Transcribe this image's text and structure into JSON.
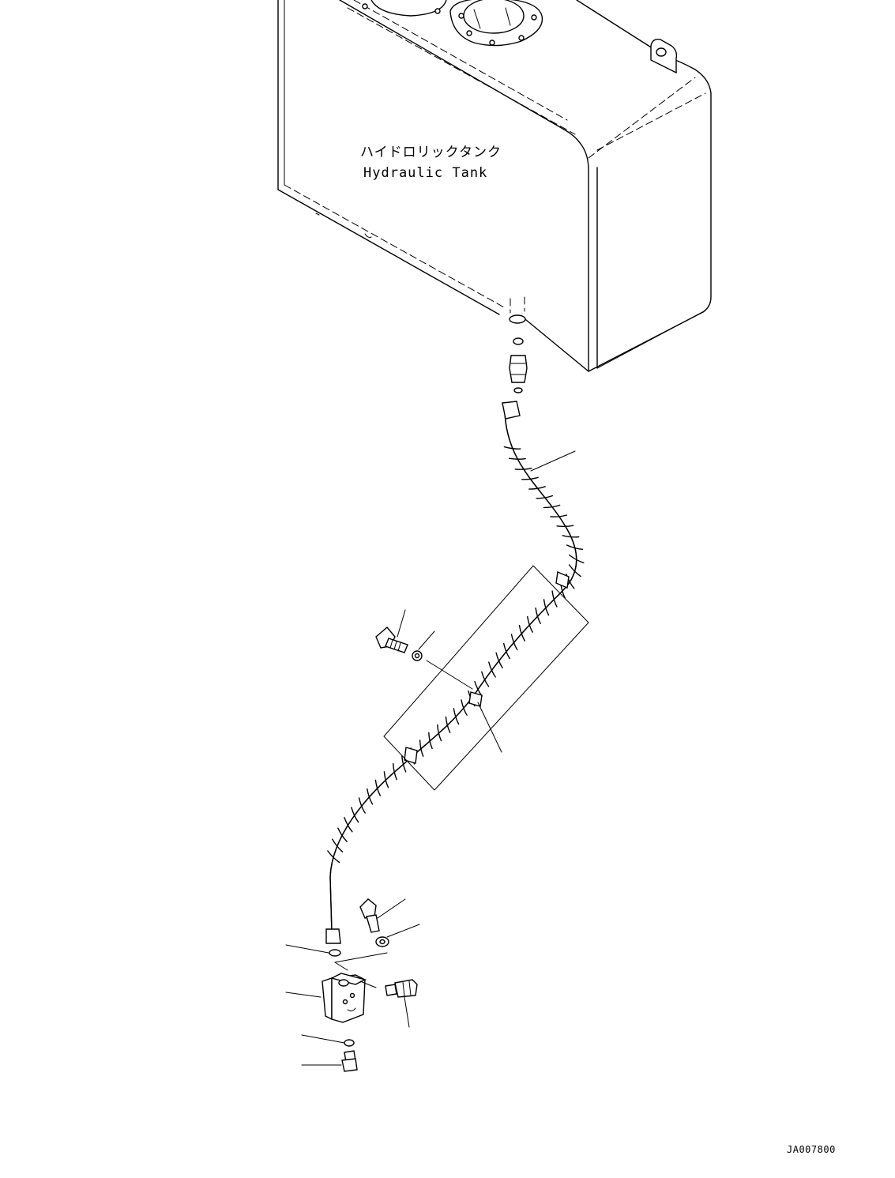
{
  "tank_label": {
    "japanese": "ハイドロリックタンク",
    "english": "Hydraulic Tank"
  },
  "drawing_code": "JA007800",
  "hose": {
    "spiral_wraps": 44
  }
}
